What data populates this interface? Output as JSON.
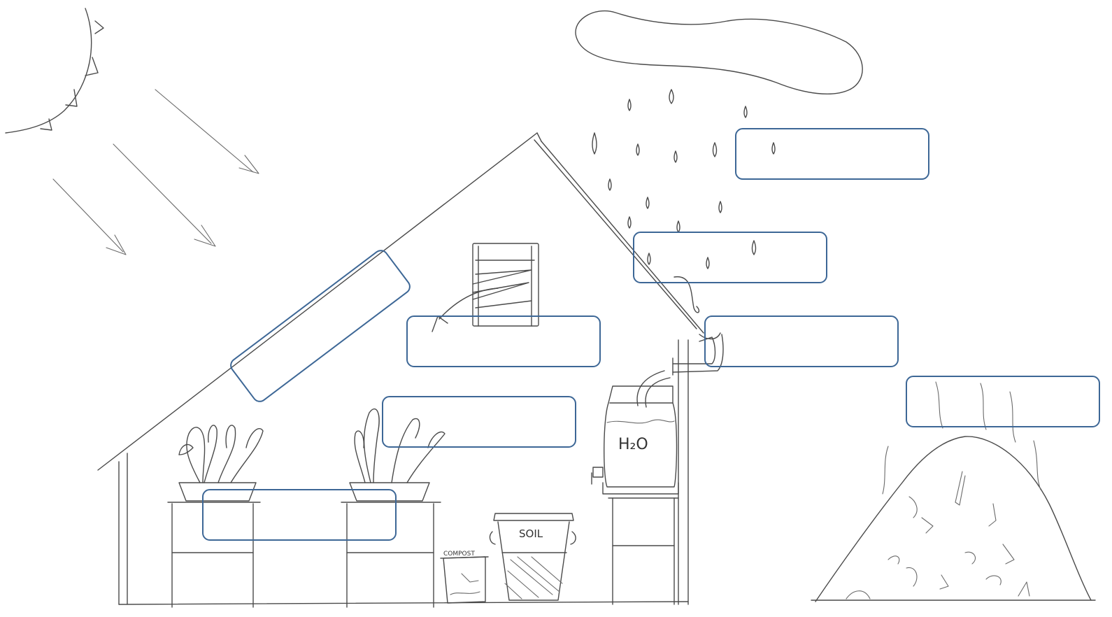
{
  "labels": {
    "water_tank": "H₂O",
    "soil_bin": "SOIL",
    "compost_bin": "COMPOST"
  },
  "answer_boxes": [
    {
      "name": "rain-box",
      "text": ""
    },
    {
      "name": "gutter-box",
      "text": ""
    },
    {
      "name": "downspout-box",
      "text": ""
    },
    {
      "name": "heat-box",
      "text": ""
    },
    {
      "name": "roof-panel-box",
      "text": ""
    },
    {
      "name": "vent-box",
      "text": ""
    },
    {
      "name": "plant-box",
      "text": ""
    },
    {
      "name": "bench-box",
      "text": ""
    }
  ],
  "colors": {
    "sketch": "#4a4a4a",
    "box_outline": "#3d6796",
    "background": "#ffffff"
  },
  "icons": [
    "sun-icon",
    "cloud-icon",
    "rain-drops",
    "compost-pile-icon"
  ]
}
